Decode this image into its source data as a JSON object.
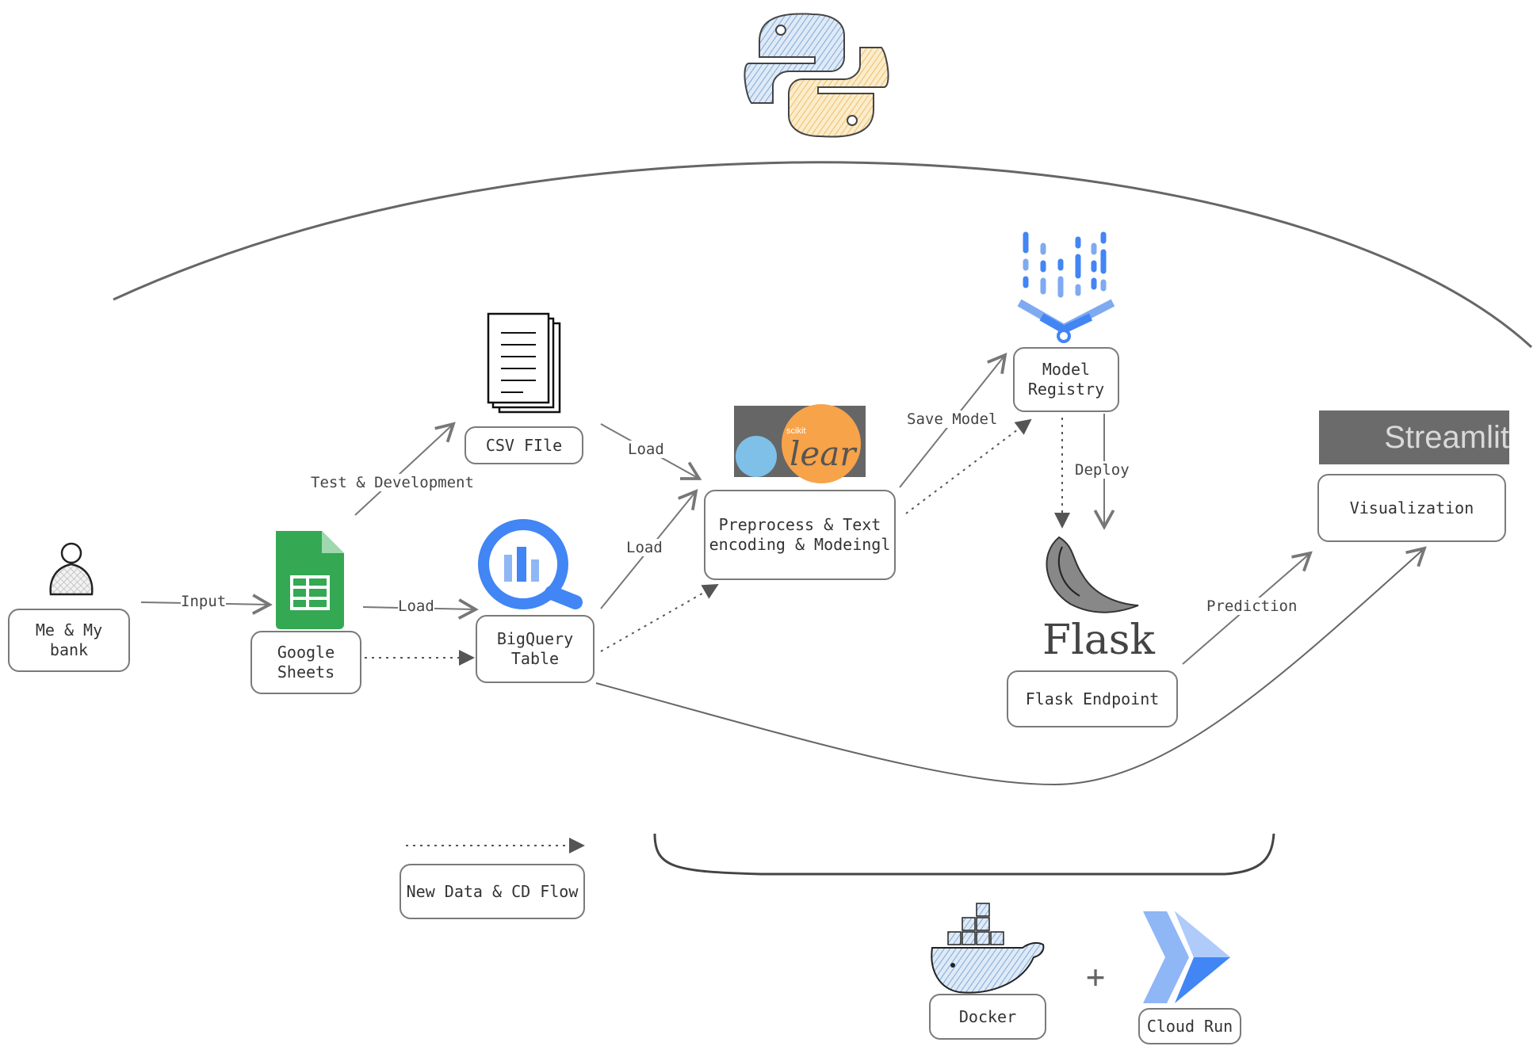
{
  "nodes": {
    "me_bank": "Me & My bank",
    "google_sheets": "Google Sheets",
    "csv_file": "CSV FIle",
    "bigquery": "BigQuery Table",
    "preprocess": "Preprocess & Text encoding & Modeingl",
    "model_registry": "Model Registry",
    "flask_endpoint": "Flask Endpoint",
    "visualization": "Visualization",
    "legend": "New Data & CD Flow",
    "docker": "Docker",
    "cloud_run": "Cloud Run"
  },
  "edges": {
    "input": "Input",
    "test_dev": "Test & Development",
    "load_sheets_bq": "Load",
    "load_csv": "Load",
    "load_bq": "Load",
    "save_model": "Save Model",
    "deploy": "Deploy",
    "prediction": "Prediction"
  },
  "logos": {
    "streamlit": "Streamlit",
    "flask": "Flask",
    "sklearn_small": "scikit",
    "sklearn_big": "lear"
  },
  "plus": "+",
  "colors": {
    "stroke": "#6e6e6e",
    "python_blue": "#5b8fc7",
    "python_yellow": "#f2c166",
    "sheets_green": "#34a853",
    "bq_blue": "#4285f4",
    "streamlit_red": "#ff6b6b",
    "sklearn_orange": "#f7a34a",
    "sklearn_blue": "#3d9ad1"
  }
}
